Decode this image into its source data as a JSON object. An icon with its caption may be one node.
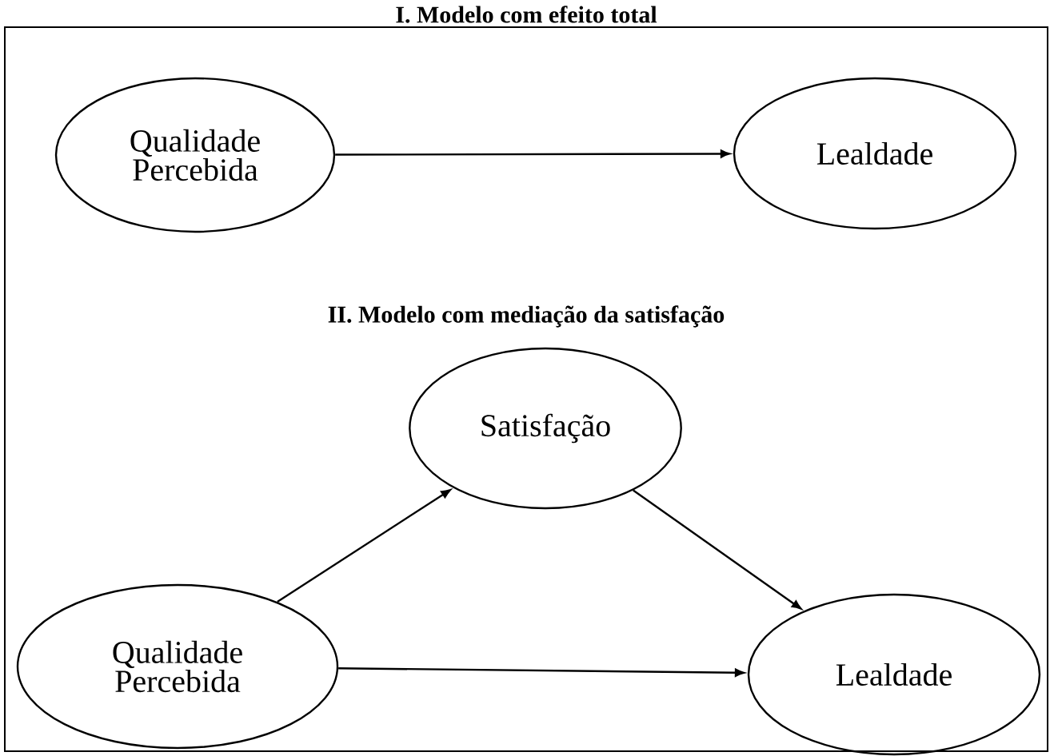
{
  "diagram": {
    "nodes": [
      {
        "text": [
          "Qualidade Percebida"
        ]
      },
      {
        "text": [
          "Lealdade"
        ]
      },
      {
        "text": [
          "Satisfação"
        ]
      },
      {
        "text": [
          "Qualidade Percebida"
        ]
      },
      {
        "text": [
          "Lealdade"
        ]
      }
    ],
    "edges": [
      {
        "from": 0,
        "to": 1,
        "arrow": "to"
      },
      {
        "from": 3,
        "to": 2,
        "arrow": "to"
      },
      {
        "from": 2,
        "to": 4,
        "arrow": "to"
      },
      {
        "from": 3,
        "to": 4,
        "arrow": "to"
      }
    ],
    "labels": [
      "I. Modelo com efeito total",
      "II. Modelo com mediação da satisfação"
    ]
  }
}
